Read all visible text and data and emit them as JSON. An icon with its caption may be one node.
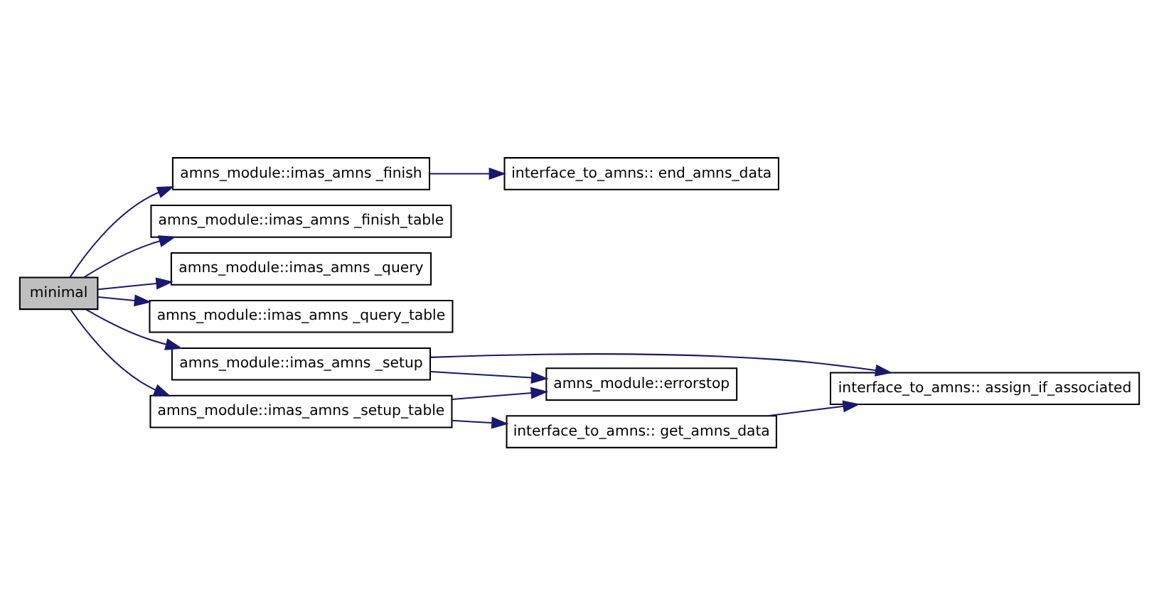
{
  "diagram": {
    "nodes": [
      {
        "text": [
          "minimal"
        ]
      },
      {
        "text": [
          "amns_module::imas_amns _finish"
        ]
      },
      {
        "text": [
          "interface_to_amns:: end_amns_data"
        ]
      },
      {
        "text": [
          "amns_module::imas_amns _finish_table"
        ]
      },
      {
        "text": [
          "amns_module::imas_amns _query"
        ]
      },
      {
        "text": [
          "amns_module::imas_amns _query_table"
        ]
      },
      {
        "text": [
          "amns_module::imas_amns _setup"
        ]
      },
      {
        "text": [
          "interface_to_amns:: assign_if_associated"
        ]
      },
      {
        "text": [
          "amns_module::errorstop"
        ]
      },
      {
        "text": [
          "amns_module::imas_amns _setup_table"
        ]
      },
      {
        "text": [
          "interface_to_amns:: get_amns_data"
        ]
      }
    ],
    "edges": [
      {
        "from": 0,
        "to": 1,
        "arrow": "to"
      },
      {
        "from": 0,
        "to": 3,
        "arrow": "to"
      },
      {
        "from": 0,
        "to": 4,
        "arrow": "to"
      },
      {
        "from": 0,
        "to": 5,
        "arrow": "to"
      },
      {
        "from": 0,
        "to": 6,
        "arrow": "to"
      },
      {
        "from": 0,
        "to": 9,
        "arrow": "to"
      },
      {
        "from": 1,
        "to": 2,
        "arrow": "to"
      },
      {
        "from": 6,
        "to": 7,
        "arrow": "to"
      },
      {
        "from": 6,
        "to": 8,
        "arrow": "to"
      },
      {
        "from": 9,
        "to": 8,
        "arrow": "to"
      },
      {
        "from": 9,
        "to": 10,
        "arrow": "to"
      },
      {
        "from": 10,
        "to": 7,
        "arrow": "to"
      }
    ]
  }
}
